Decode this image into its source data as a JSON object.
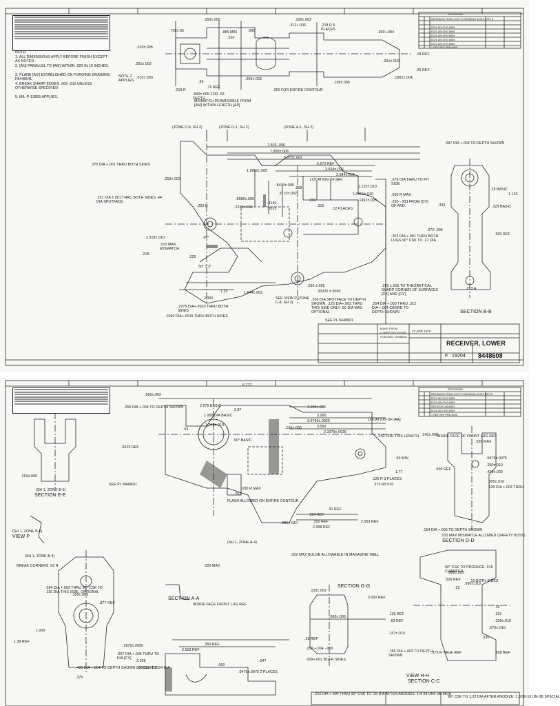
{
  "sheet1": {
    "notes": {
      "heading": "NOTE:",
      "items": [
        "1. ALL DIMENSIONS APPLY BEFORE FINISH EXCEPT AS NOTED.",
        "2. [AN] PARALLEL TO [AM] WITHIN .020 IN 10 INCHES.",
        "3. PLANE [AG] ESTABLISHED ON FORGING DRAWING, F8448641.",
        "4. BREAK SHARP EDGES .005-.010 UNLESS OTHERWISE SPECIFIED.",
        "5. MIL-P-13855 APPLIES."
      ]
    },
    "top_dims": [
      ".250±.005",
      ".156±.003",
      ".765±.05",
      ".885 MIN",
      ".530",
      ".690",
      ".312+.006",
      ".218 R 5 PLACES",
      ".300+.004",
      ".010±.005",
      ".251±.002",
      ".010±.003",
      "NOTE 2 APPLIES",
      ".218 R",
      ".36",
      ".79 REF",
      ".500±.005 FOR .63 DEPTH",
      ".093±.003",
      ".250 FOR ENTIRE CONTOUR",
      ".198±.005",
      ".251±.002",
      ".1981±.004",
      "MISMATCH PERMISSIBLE FROM [AM] WITHIN LENGTH [AP]",
      ".18 REF",
      ".25 REF"
    ],
    "main_dims": [
      "(ZONE D-8, SH 2)",
      "(ZONE D-1, SH 2)",
      "(ZONE A-1, SH 2)",
      "7.503-.006",
      "7.000±.006",
      "6.375±.002",
      "5.572 REF",
      "3.604±.002",
      "3.084±.003",
      "1.9681±.005",
      ".8430±.006",
      ".3710±.002",
      ".8980±.005",
      ".2230±.005",
      ".3140",
      ".3015",
      ".318",
      ".256",
      ".315",
      ".12 PLACES",
      "LOCATION OF [AF]",
      "1.125±.010",
      "1.0551±.010",
      ".1451±.005",
      ".078 DIA THRU TO FIT SIDE",
      ".250 R MAX",
      ".250 -.003 FROM [CV] OF AND",
      ".333",
      ".272-.005",
      ".500 REF",
      "1.125",
      ".29 BASIC",
      ".329 BASIC",
      ".097 DIA +.004 TO DEPTH SHOWN",
      ".250±.002",
      "1.318±.010",
      ".010 MAX MISMATCH",
      ".218",
      ".226",
      "2.300",
      "1.644±.003",
      "1.25",
      ".250 R",
      ".250 ±.005",
      ".30325 ±.0050",
      ".250 DIA SPOTFACE TO DEPTH SHOWN, .125 DIA+.003 THRU THIS SIDE ONLY .50 DIA MAX OPTIONAL",
      ".204 DIA +.003 THRU .312 DIA +.004 CBORE TO DEPTH SHOWN",
      ".250 ±.015 TO THEORETICAL SHARP CORNER OF SURFACES [CX] AND [CY]",
      ".251 DIA +.001 THRU BOTH LUGS 90° CSK TO .27 DIA",
      ".375 DIA +.001 THRU BOTH SIDES",
      ".251 DIA ±.001 THRU BOTH SIDES .44 DIA SPOTFACE",
      ".1560 DIA+.0015 THRU BOTH SIDES",
      ".2275 DIA+.0020 THRU BOTH SIDES",
      "SEE VIEW P (ZONE C-8, SH 2)",
      ".213 A",
      "SECTION B-B",
      "SEE PL 8448601",
      ".60°",
      "50° ±.3°"
    ],
    "title_block": {
      "part_name": "RECEIVER, LOWER",
      "drawing_no": "8448608",
      "size": "F",
      "code_ident": "19204",
      "date": "27 APR 1970",
      "forging_note": "MAKE FROM LOWER RECEIVER FORGING F8448641",
      "revisions_heading": "REVISIONS",
      "revisions": [
        "REDRAWN FROM COLT'S DRAWING 62318, REV E",
        "ECN 103 CHG 6000",
        "ECN 105 CHG 6000",
        "ECN 105 GEN 6000",
        "ECN 105 CHG 6000",
        "ECN 105 CHG 6000",
        "1 SEE REF PRE-6000"
      ]
    }
  },
  "sheet2": {
    "top_dims": [
      "6.777",
      ".565±.002",
      ".255 DIA +.004 TO DEPTH SHOWN",
      "2.675 BASIC",
      "2.87",
      "1.000 DIA BASIC",
      "1.249±.010",
      ".63",
      "60° BASIC",
      ".5625 REF",
      ".161±.005",
      "1.509±.005",
      "3.265",
      "3.0795±.0025",
      "3.000",
      "2.3375±.0035",
      "LOCATION OF [AA]",
      ".155±.005",
      ".250 FOR THIS LENGTH",
      ".50 MIN",
      "1.77",
      ".125 R 3 PLACES",
      ".375 R±.010",
      ".31 REF",
      ".085±.010",
      ".394 REF",
      ".155 REF",
      "2.398 REF",
      "2.553 REF",
      ".002 MAX BULGE ALLOWABLE IN MAGAZINE WELL",
      "FLASH ALLOWED ON ENTIRE CONTOUR",
      ".030 R MAX",
      ".252",
      ".243±.008",
      "INSIDE FACE OF FRONT LUG REF",
      ".030 MAX",
      ".500 REF",
      ".0475±.0075",
      ".250±.010",
      ".430±.002",
      ".805±.010",
      ".125 DIA +.003 THRU",
      ".154 DIA +.005 TO DEPTH SHOWN",
      ".010 MAX MISMATCH ALLOWED (SAFETY BOSS)",
      "SECTION D-D",
      "(SH 1, ZONE B-5)",
      "SECTION E-E",
      "(SH 1, ZONE B-5)",
      "VIEW P",
      "(SH 1, ZONE A-4)",
      "SECTION A-A",
      "SECTION G-G",
      "VIEW H-H",
      "SECTION C-C",
      "(SH 1, ZONE B-4)",
      "BREAK CORNERS .02 R",
      ".094 DIA +.003 THRU 60° CSK TO .115 DIA THIS SIDE, OPTIONAL",
      ".150±.003",
      ".877 REF",
      "1.000",
      "1.39 REF",
      ".439 DIA +.004 TO DEPTH SHOWN 90° CSK TO .54 DIA",
      ".375",
      ".1875±.0050",
      ".097 DIA +.004 THRU TO DIA [CV]",
      ".3965±.0075",
      ".060",
      ".0475±.0075 2 PLACES",
      ".047",
      ".350 REF",
      "2.553 REF",
      "2.398",
      ".155±.002",
      "3.000 REF",
      ".000±.005",
      ".125 REF",
      ".63 REF",
      ".33 REF",
      ".250 +.004 -.000",
      ".000+.001 BOTH SIDES",
      ".167±.010",
      ".156 DIA +.003 TO DEPTH SHOWN",
      "90° CSK TO PRODUCE .015 CHAMFER",
      ".868±.003",
      ".690±.010",
      ".500 REF",
      ".22",
      ".15",
      ".331",
      ".326±.010",
      ".576±.010",
      ".630",
      ".375 R TRUE REF",
      ".898 REF",
      ".10 BOTH SIDES",
      "INSIDE FACE FRONT LUG REF",
      ".020 MAX",
      ".216 DIA +.004 THRU 90° CSK TO .28 DIA AFTER ANODIZE: 1/4-28 UNF-2B MOD",
      "SEE PL 8448601",
      "90° CSK TO 1.22 DIA AFTER ANODIZE: 1.3/16-16 UN-3B SPECIAL"
    ],
    "revisions_heading": "REVISIONS",
    "revisions": [
      "REDRAWN FROM COLT'S DRAWING 62318 REV E",
      "ECN 103 CHG 6000",
      "ECN 105 CHG 6000",
      "SEE ECN 104 6000",
      "ECN 105 CHG 6000",
      "1 SEE REF PRE-6000"
    ]
  }
}
